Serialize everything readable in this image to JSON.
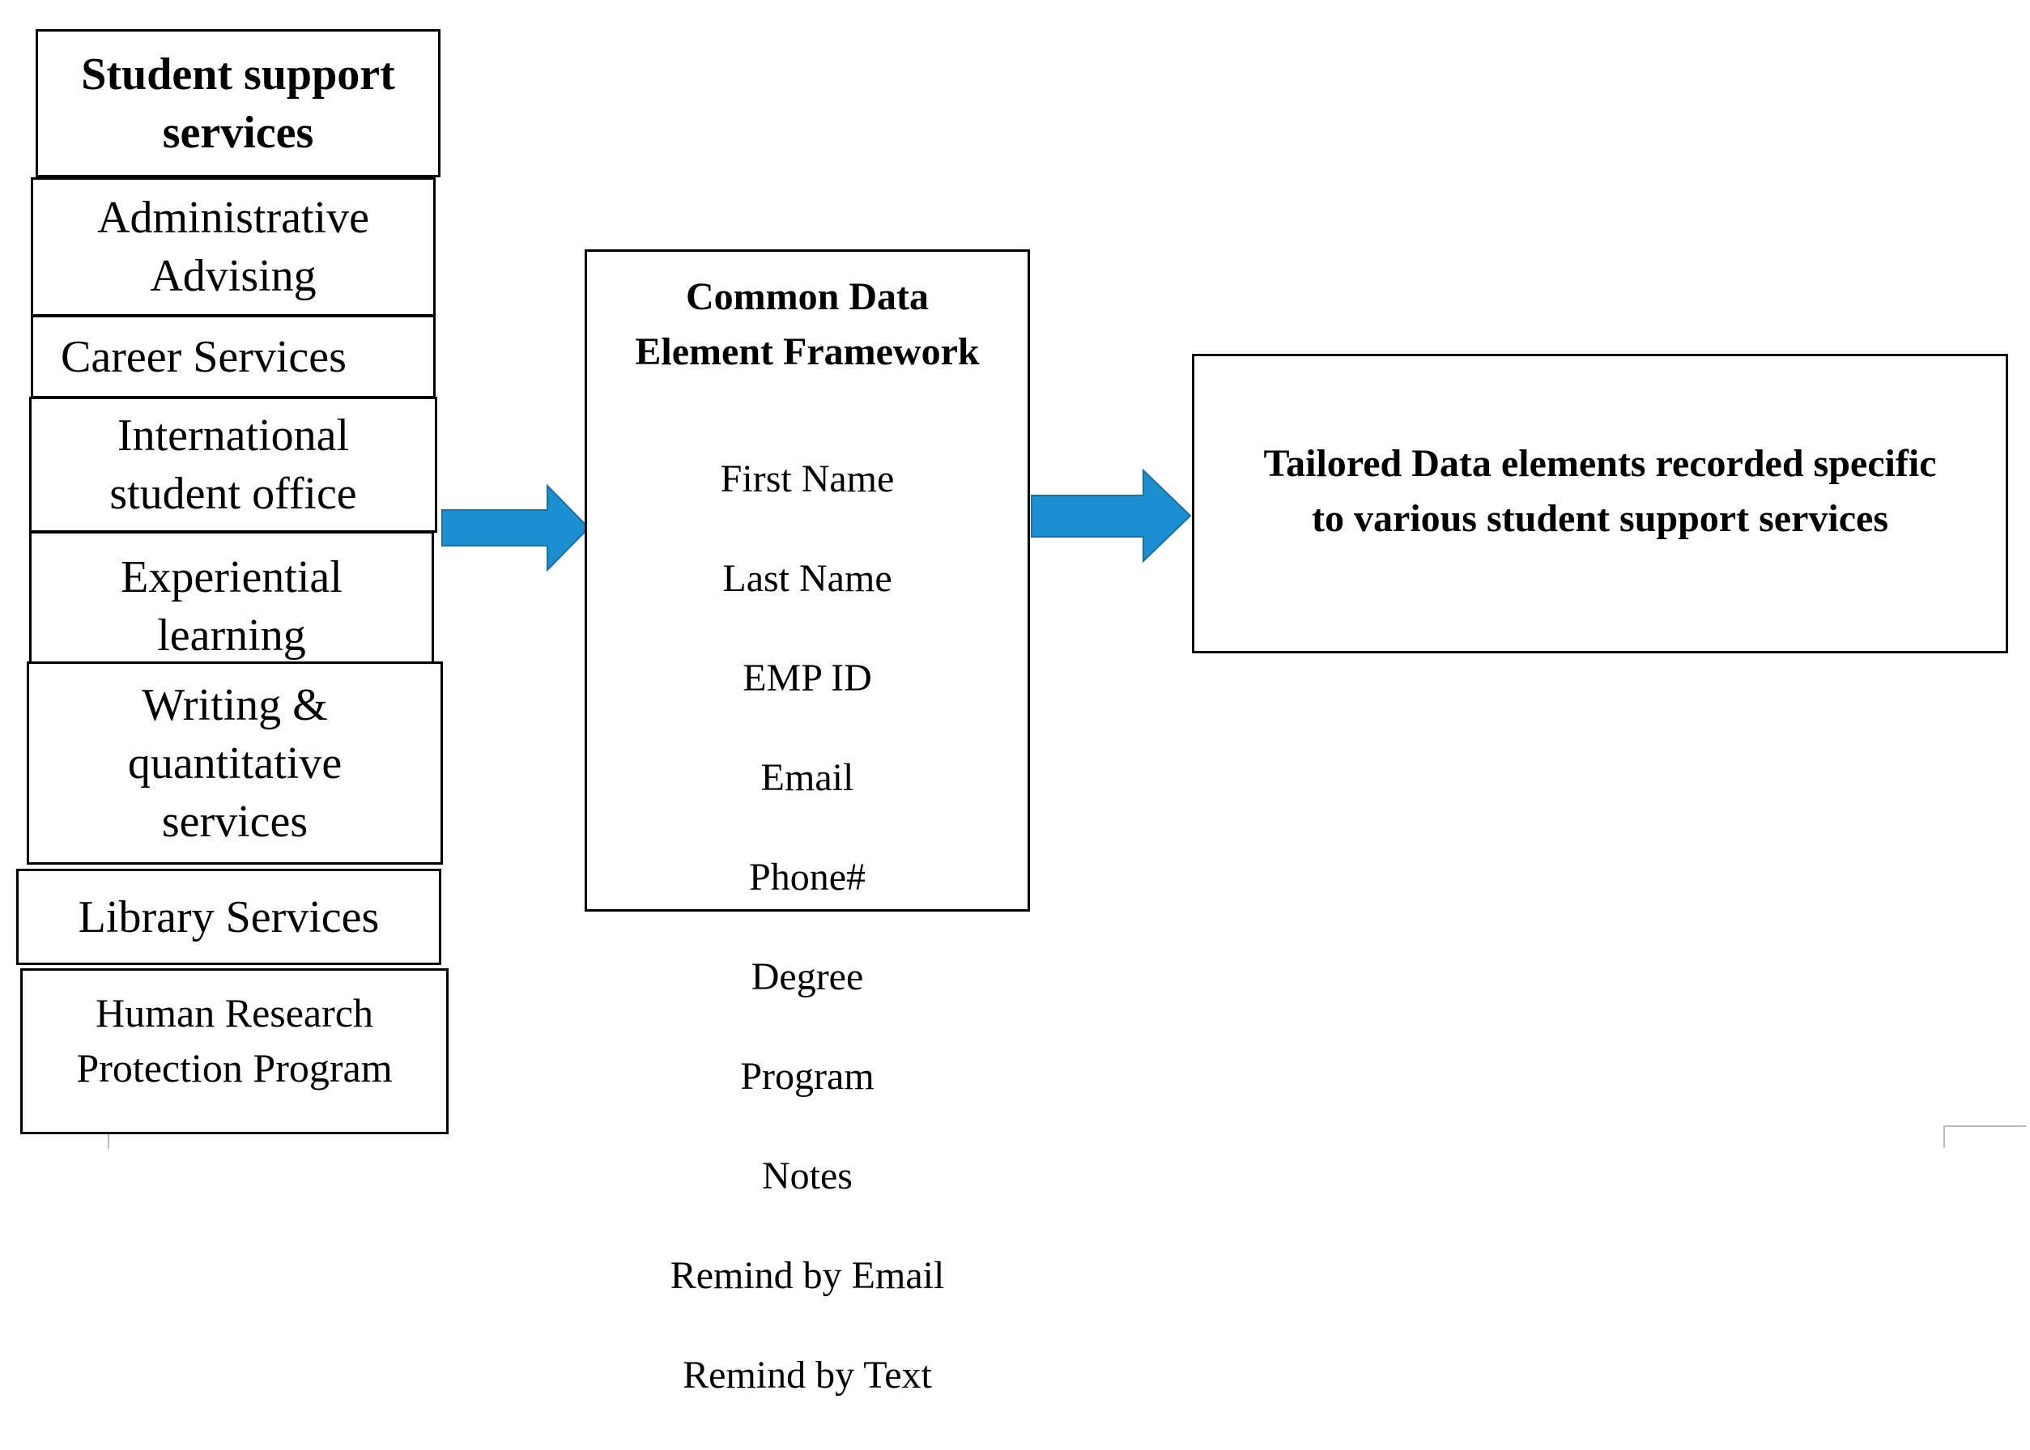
{
  "diagram": {
    "services": {
      "header": "Student support\nservices",
      "items": [
        "Administrative\nAdvising",
        "Career Services",
        "International\nstudent office",
        "Experiential\nlearning",
        "Writing &\nquantitative\nservices",
        "Library Services",
        "Human Research\nProtection Program"
      ]
    },
    "framework": {
      "title": "Common Data\nElement Framework",
      "elements": [
        "First Name",
        "Last Name",
        "EMP ID",
        "Email",
        "Phone#",
        "Degree",
        "Program",
        "Notes",
        "Remind by Email",
        "Remind by Text"
      ]
    },
    "result": {
      "text": "Tailored Data elements recorded specific\nto various student support services"
    },
    "arrow_color": "#1b8fd0"
  }
}
